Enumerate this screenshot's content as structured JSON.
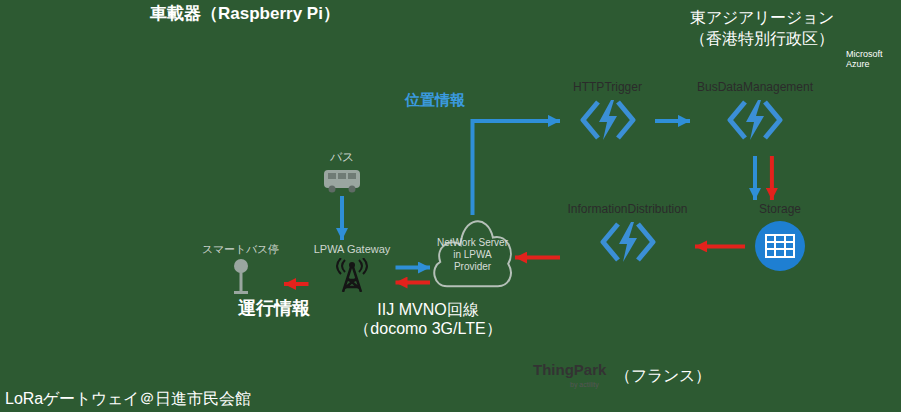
{
  "diagram": {
    "nodes": [
      {
        "text": [
          "東アジアリージョン （香港特別行政区）"
        ]
      },
      {
        "text": [
          "HTTPTrigger"
        ],
        "in": 0
      },
      {
        "text": [
          "BusDataManagement"
        ],
        "in": 0
      },
      {
        "text": [
          "Storage"
        ],
        "in": 0
      },
      {
        "text": [
          "InformationDistribution"
        ],
        "in": 0
      },
      {
        "text": [
          "バス"
        ]
      },
      {
        "text": [
          "LPWA Gateway"
        ]
      },
      {
        "text": [
          "スマートバス停"
        ]
      },
      {
        "text": [
          "NetWork Server in LPWA Provider"
        ]
      }
    ],
    "edges": [
      {
        "from": 5,
        "to": 6,
        "arrow": "to"
      },
      {
        "from": 6,
        "to": 8,
        "arrow": "to"
      },
      {
        "from": 8,
        "to": 1,
        "arrow": "to",
        "label": "位置情報"
      },
      {
        "from": 1,
        "to": 2,
        "arrow": "to"
      },
      {
        "from": 2,
        "to": 3,
        "arrow": "to"
      },
      {
        "from": 2,
        "to": 3,
        "arrow": "to"
      },
      {
        "from": 3,
        "to": 4,
        "arrow": "to"
      },
      {
        "from": 4,
        "to": 8,
        "arrow": "to"
      },
      {
        "from": 8,
        "to": 6,
        "arrow": "to"
      },
      {
        "from": 6,
        "to": 7,
        "arrow": "to"
      }
    ],
    "labels": [
      "車載器（Raspberry Pi）",
      "LoRaゲートウェイ＠日進市民会館",
      "Microsoft Azure",
      "運行情報",
      "IIJ MVNO回線 （docomo 3G/LTE）",
      "ThingPark",
      "by actility",
      "（フランス）"
    ]
  }
}
